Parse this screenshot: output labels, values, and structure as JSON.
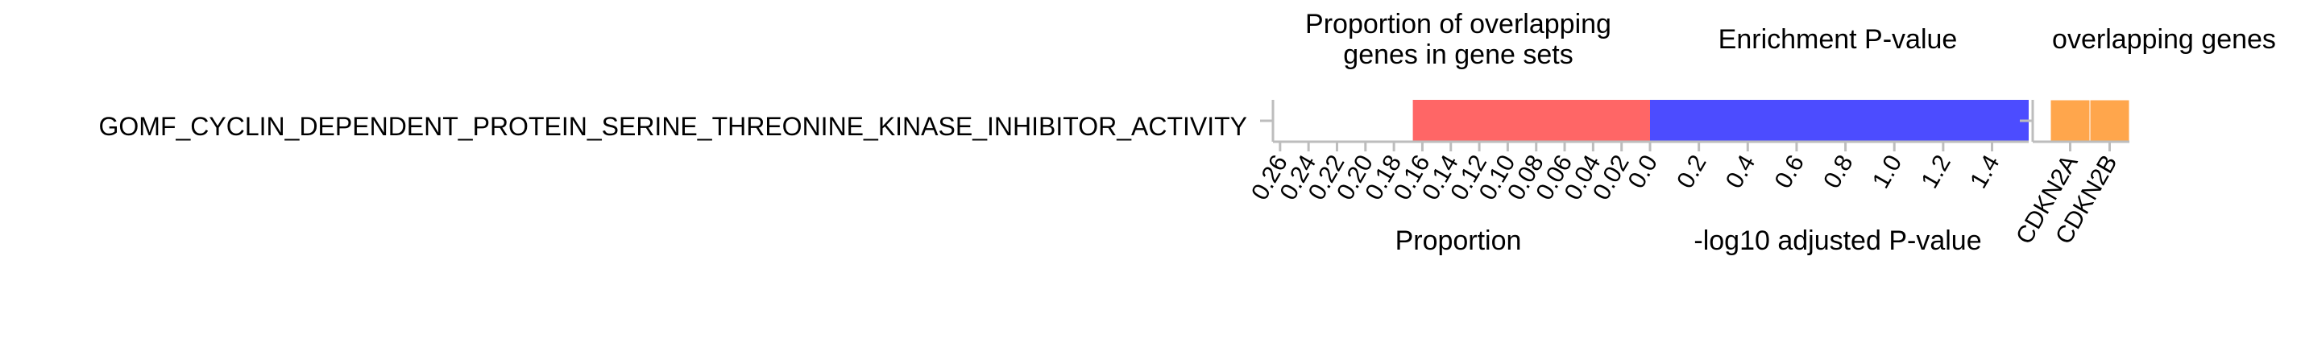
{
  "chart_data": {
    "type": "bar",
    "row_label": "GOMF_CYCLIN_DEPENDENT_PROTEIN_SERINE_THREONINE_KINASE_INHIBITOR_ACTIVITY",
    "panels": [
      {
        "id": "proportion",
        "title_lines": [
          "Proportion of overlapping",
          "genes in gene sets"
        ],
        "xlabel": "Proportion",
        "reversed": true,
        "xlim": [
          0.0,
          0.265
        ],
        "ticks": [
          "0.26",
          "0.24",
          "0.22",
          "0.20",
          "0.18",
          "0.16",
          "0.14",
          "0.12",
          "0.10",
          "0.08",
          "0.06",
          "0.04",
          "0.02"
        ],
        "tick_values": [
          0.26,
          0.24,
          0.22,
          0.2,
          0.18,
          0.16,
          0.14,
          0.12,
          0.1,
          0.08,
          0.06,
          0.04,
          0.02
        ],
        "value": 0.1667,
        "color": "#ff6666"
      },
      {
        "id": "pvalue",
        "title_lines": [
          "Enrichment P-value"
        ],
        "xlabel": "-log10 adjusted P-value",
        "reversed": false,
        "xlim": [
          0.0,
          1.55
        ],
        "ticks": [
          "0.0",
          "0.2",
          "0.4",
          "0.6",
          "0.8",
          "1.0",
          "1.2",
          "1.4"
        ],
        "tick_values": [
          0.0,
          0.2,
          0.4,
          0.6,
          0.8,
          1.0,
          1.2,
          1.4
        ],
        "value": 1.55,
        "color": "#4c4cff"
      },
      {
        "id": "genes",
        "title_lines": [
          "overlapping genes"
        ],
        "xlabel": "",
        "categories": [
          "CDKN2A",
          "CDKN2B"
        ],
        "color": "#ffa64c"
      }
    ]
  }
}
